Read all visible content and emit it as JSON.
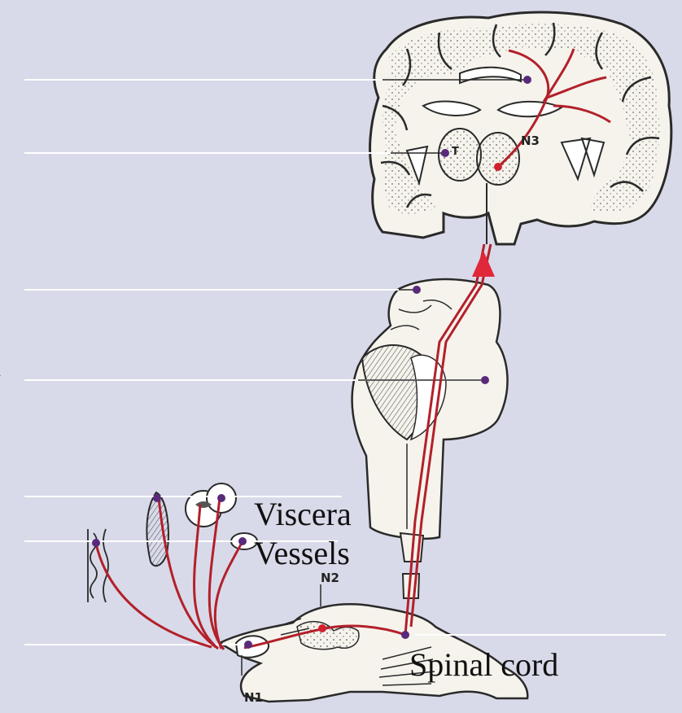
{
  "labels": {
    "viscera": "Viscera",
    "vessels": "Vessels",
    "spinal_cord": "Spinal cord",
    "n1": "N1",
    "n2": "N2",
    "n3": "N3",
    "t": "T",
    "cut_off": "n"
  },
  "colors": {
    "background": "#d8dae9",
    "pathway": "#b3202a",
    "marker": "#5a2a7a",
    "arrow": "#e0283a",
    "tissue": "#f5f3ec",
    "outline": "#2a2a2a",
    "leader_line": "#ffffff"
  },
  "icons": {
    "brain": "brain-coronal-section",
    "brainstem": "brainstem",
    "spinal": "spinal-cord-section",
    "muscle": "muscle",
    "vertebra": "vertebrae",
    "eye": "eye",
    "skin": "skin",
    "arrow": "ascending-arrow"
  }
}
